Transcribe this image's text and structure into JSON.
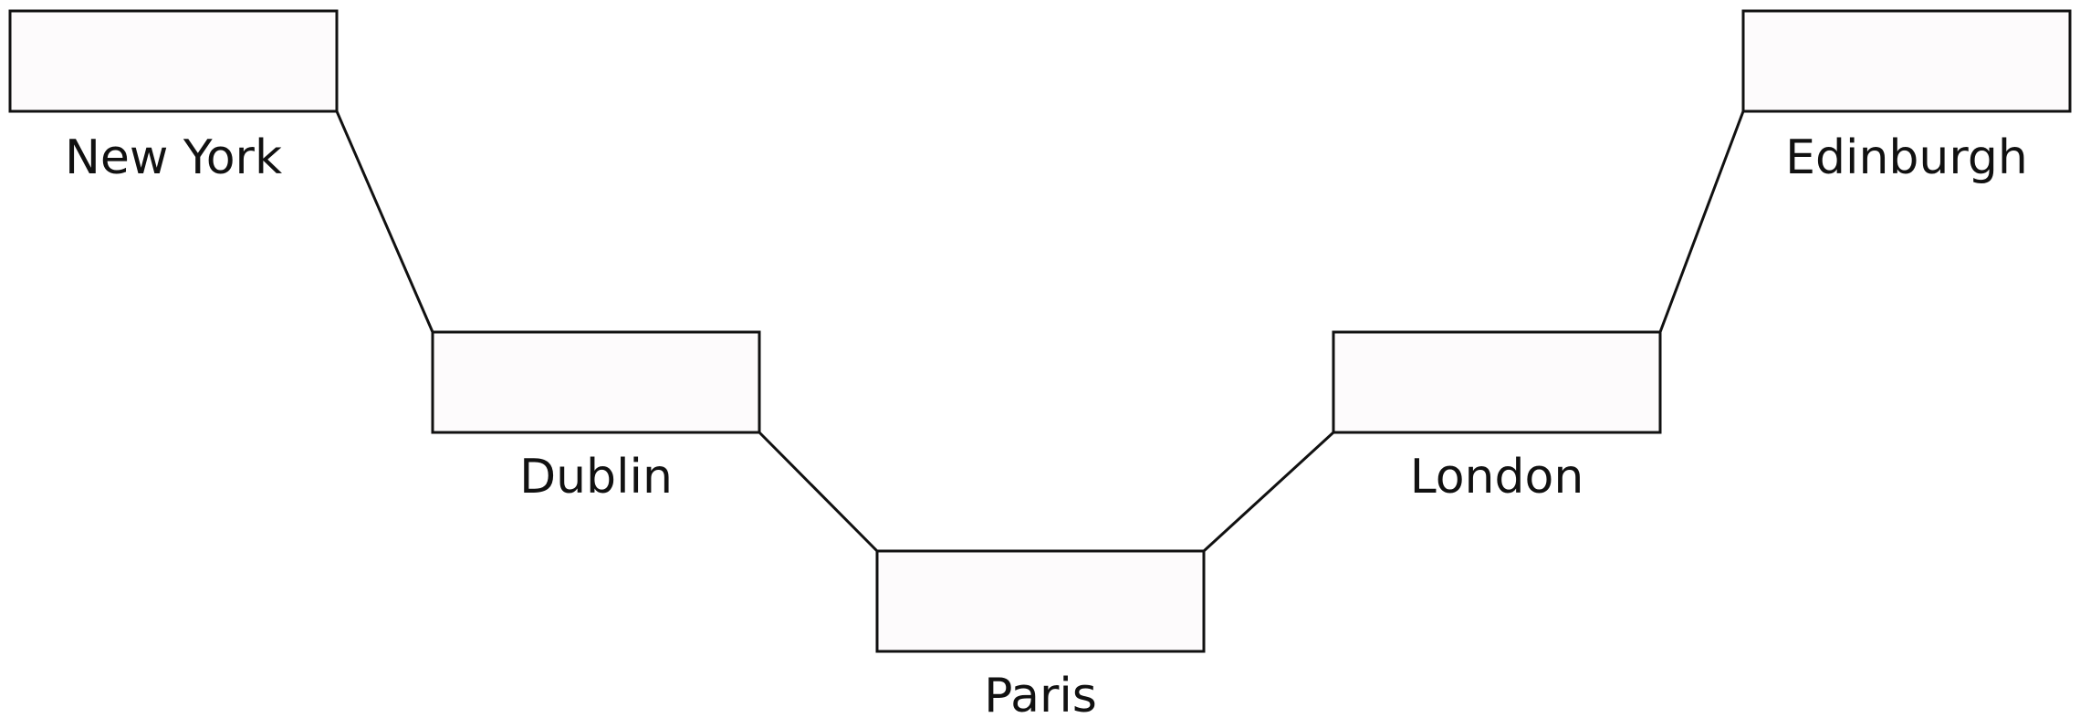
{
  "diagram": {
    "colors": {
      "box_fill": "#fdfbfc",
      "stroke": "#111111",
      "text": "#111111"
    },
    "nodes": [
      {
        "id": "new-york",
        "label": "New York"
      },
      {
        "id": "dublin",
        "label": "Dublin"
      },
      {
        "id": "paris",
        "label": "Paris"
      },
      {
        "id": "london",
        "label": "London"
      },
      {
        "id": "edinburgh",
        "label": "Edinburgh"
      }
    ],
    "connections": [
      {
        "from": "New York",
        "to": "Dublin"
      },
      {
        "from": "Dublin",
        "to": "Paris"
      },
      {
        "from": "Paris",
        "to": "London"
      },
      {
        "from": "London",
        "to": "Edinburgh"
      }
    ]
  }
}
